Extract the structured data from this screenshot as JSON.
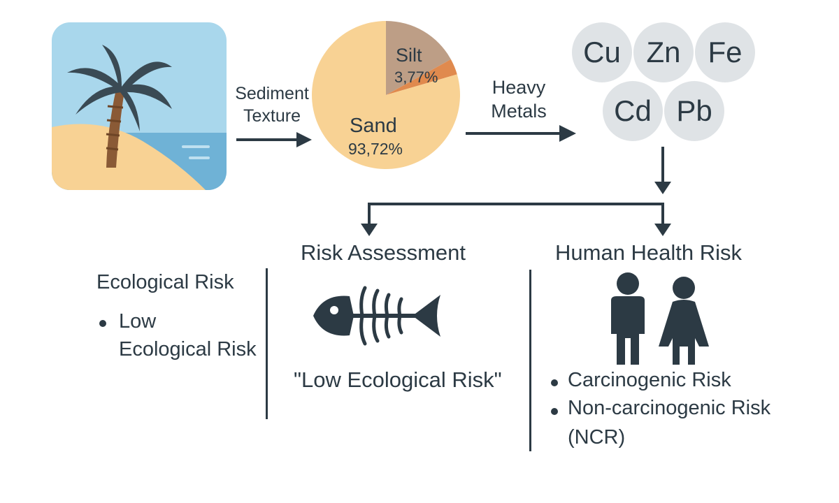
{
  "flow": {
    "sediment_label_line1": "Sediment",
    "sediment_label_line2": "Texture",
    "heavy_label_line1": "Heavy",
    "heavy_label_line2": "Metals"
  },
  "chart_data": {
    "type": "pie",
    "slices": [
      {
        "label": "Sand",
        "value": 93.72,
        "display": "93,72%",
        "color": "#f8d294"
      },
      {
        "label": "Silt",
        "value": 3.77,
        "display": "3,77%",
        "color": "#bd9e86"
      },
      {
        "label": "",
        "value": 2.51,
        "display": "",
        "color": "#e08a4e"
      }
    ]
  },
  "metals": [
    "Cu",
    "Zn",
    "Fe",
    "Cd",
    "Pb"
  ],
  "risk_assessment": {
    "title": "Risk Assessment",
    "quote": "\"Low Ecological Risk\""
  },
  "ecological": {
    "title": "Ecological Risk",
    "bullet_line1": "Low",
    "bullet_line2": "Ecological Risk"
  },
  "human_health": {
    "title": "Human Health Risk",
    "bullet1": "Carcinogenic Risk",
    "bullet2_line1": "Non-carcinogenic Risk",
    "bullet2_line2": "(NCR)"
  },
  "colors": {
    "ink": "#2c3a44",
    "sky": "#a9d7ec",
    "sand": "#f8d294",
    "sea": "#6fb2d6",
    "trunk": "#8a5a36",
    "leaf": "#3a4a54",
    "metal_bubble": "#dfe3e6"
  },
  "icons": {
    "beach": "palm-beach-icon",
    "fish": "fish-skeleton-icon",
    "people": "people-icon"
  }
}
